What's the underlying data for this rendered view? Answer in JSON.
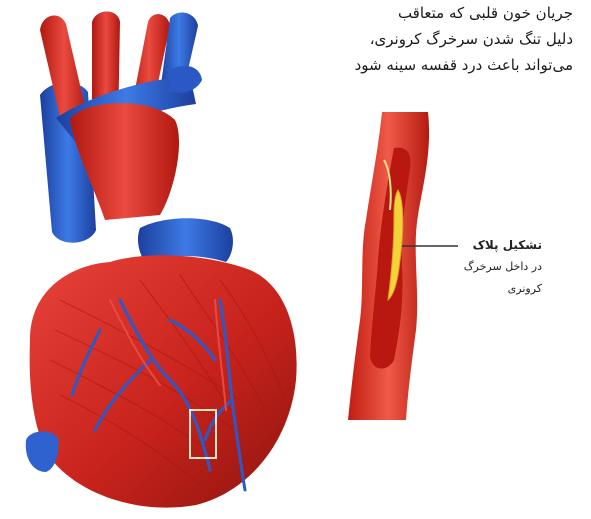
{
  "caption": {
    "line1": "جریان خون قلبی که متعاقب",
    "line2": "دلیل تنگ شدن سرخرگ کرونری،",
    "line3": "می‌تواند باعث درد قفسه سینه شود"
  },
  "plaque_label": {
    "line1": "تشکیل پلاک",
    "line2": "در داخل سرخرگ",
    "line3": "کرونری"
  },
  "colors": {
    "artery_red": "#d62b1f",
    "dark_red": "#9c1a12",
    "vein_blue": "#2d5fd0",
    "fat_yellow": "#f3d23a",
    "highlight_box": "#f2e3c3"
  }
}
